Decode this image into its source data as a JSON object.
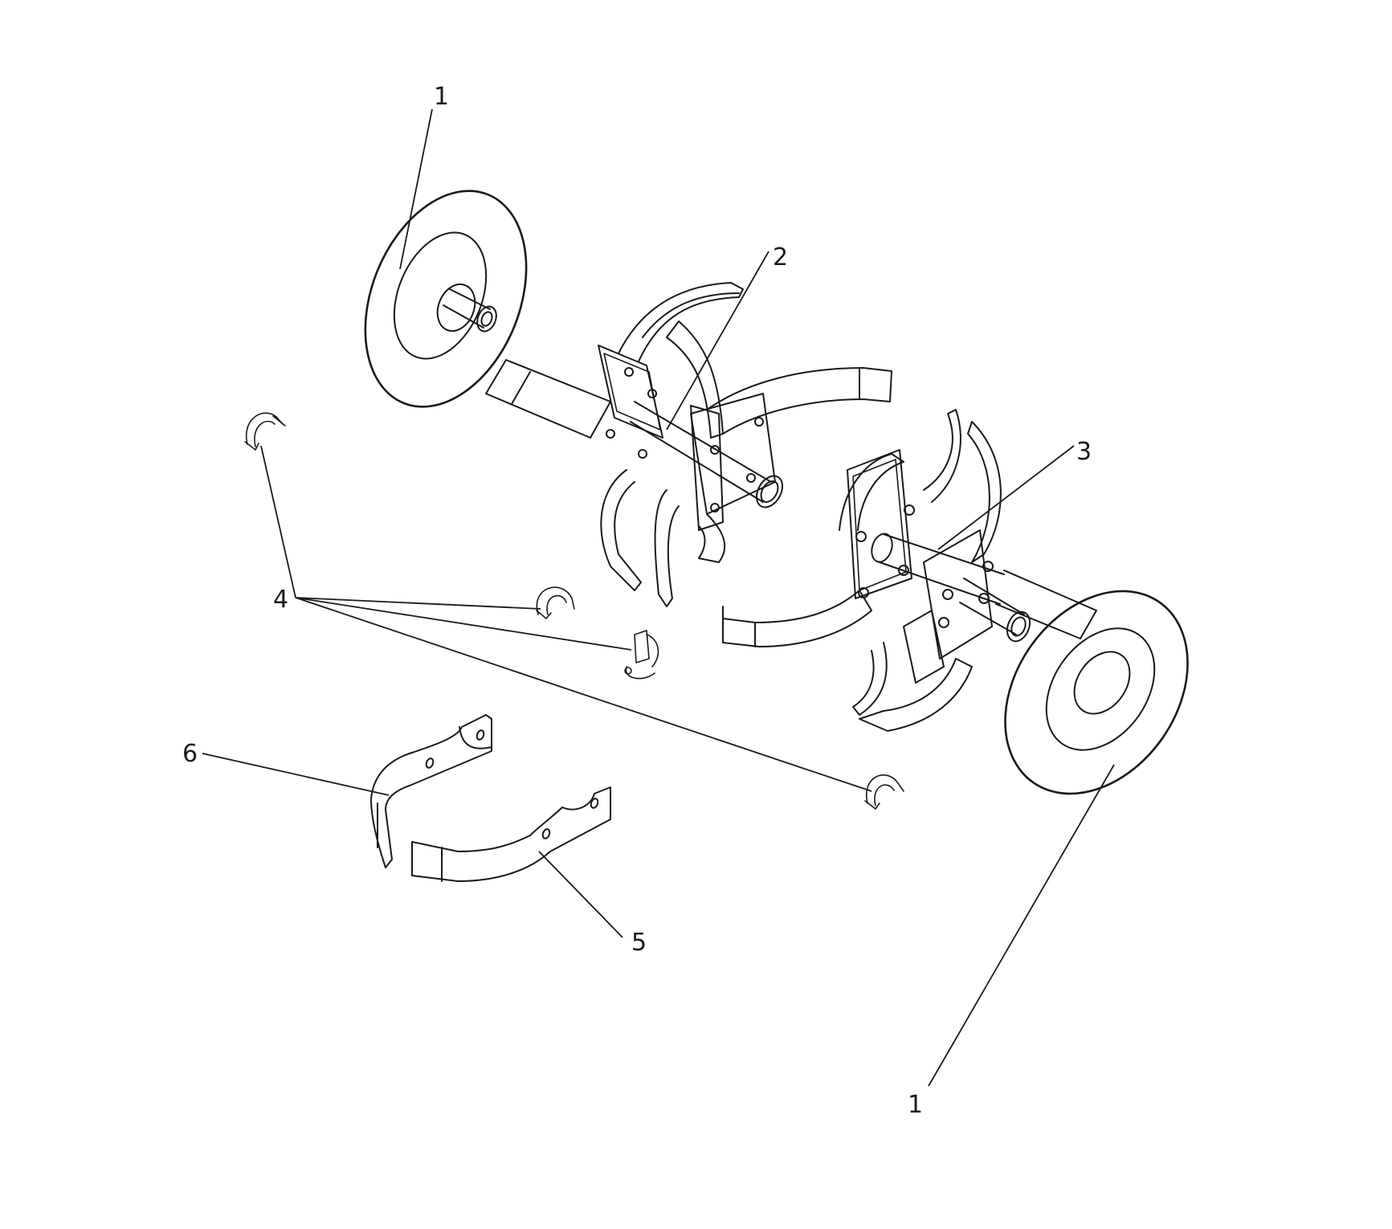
{
  "callouts": {
    "c1_top": "1",
    "c2": "2",
    "c3": "3",
    "c4": "4",
    "c5": "5",
    "c6": "6",
    "c1_bottom": "1"
  },
  "colors": {
    "line": "#1a1a1a",
    "background": "#ffffff"
  }
}
